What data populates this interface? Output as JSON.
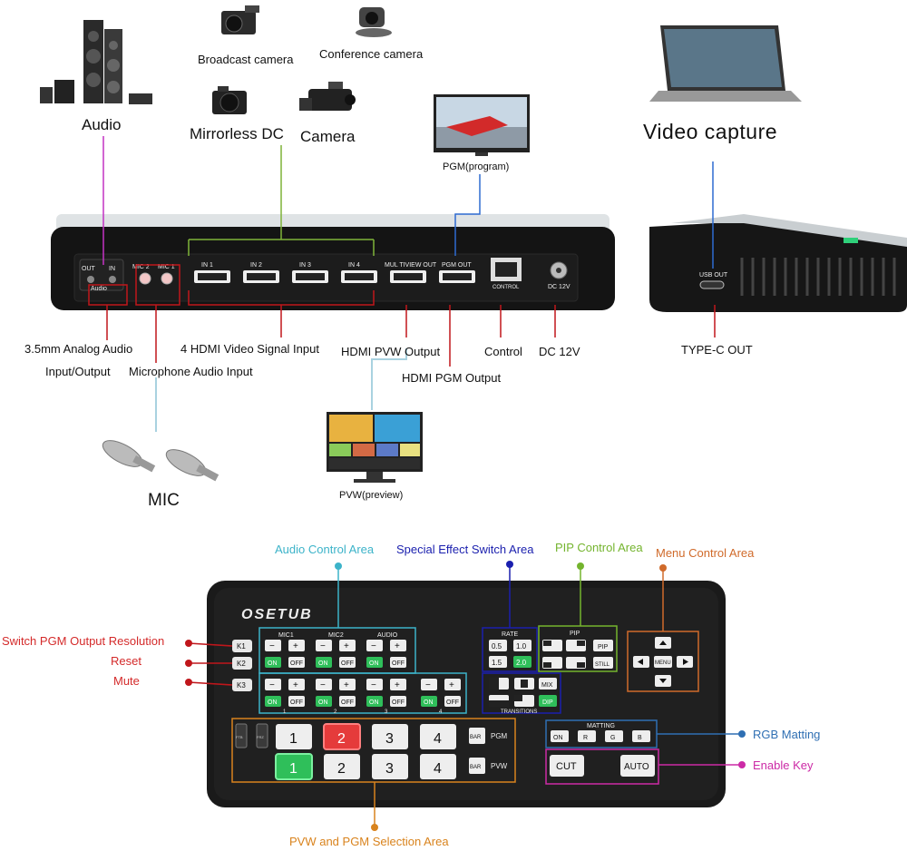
{
  "top": {
    "devices": {
      "audio": "Audio",
      "broadcast_camera": "Broadcast camera",
      "conference_camera": "Conference camera",
      "mirrorless_dc": "Mirrorless DC",
      "camera": "Camera",
      "pgm_program": "PGM(program)",
      "video_capture": "Video capture",
      "pvw_preview": "PVW(preview)",
      "mic": "MIC"
    },
    "ports": {
      "out": "OUT",
      "in": "IN",
      "audio": "Audio",
      "mic2": "MIC 2",
      "mic1": "MIC 1",
      "in1": "IN 1",
      "in2": "IN 2",
      "in3": "IN 3",
      "in4": "IN 4",
      "multiview_out": "MUL TIVIEW OUT",
      "pgm_out": "PGM OUT",
      "control": "CONTROL",
      "dc12v": "DC 12V",
      "usb_out": "USB OUT"
    },
    "callouts": {
      "analog_audio_1": "3.5mm Analog Audio",
      "analog_audio_2": "Input/Output",
      "mic_input": "Microphone Audio Input",
      "hdmi_input": "4 HDMI Video Signal Input",
      "pvw_output": "HDMI PVW Output",
      "pgm_output": "HDMI PGM Output",
      "control": "Control",
      "dc": "DC 12V",
      "typec": "TYPE-C OUT"
    }
  },
  "panel": {
    "brand": "OSETUB",
    "areas": {
      "audio_control": "Audio Control Area",
      "special_effect": "Special Effect Switch Area",
      "pip_control": "PIP Control Area",
      "menu_control": "Menu Control Area",
      "rgb_matting": "RGB Matting",
      "enable_key": "Enable Key",
      "selection": "PVW and PGM Selection Area",
      "switch_resolution": "Switch PGM Output Resolution",
      "reset": "Reset",
      "mute": "Mute"
    },
    "keys": {
      "k1": "K1",
      "k2": "K2",
      "k3": "K3"
    },
    "audio": {
      "mic1": "MIC1",
      "mic2": "MIC2",
      "audio": "AUDIO",
      "minus": "−",
      "plus": "+",
      "on": "ON",
      "off": "OFF",
      "ch1": "1",
      "ch2": "2",
      "ch3": "3",
      "ch4": "4"
    },
    "rate": {
      "title": "RATE",
      "r05": "0.5",
      "r10": "1.0",
      "r15": "1.5",
      "r20": "2.0"
    },
    "pip": {
      "title": "PIP",
      "pip": "PIP",
      "still": "STILL"
    },
    "transitions": {
      "title": "TRANSITIONS",
      "mix": "MIX",
      "dip": "DIP"
    },
    "menu": {
      "menu": "MENU"
    },
    "matting": {
      "title": "MATTING",
      "on": "ON",
      "r": "R",
      "g": "G",
      "b": "B"
    },
    "selection": {
      "n1": "1",
      "n2": "2",
      "n3": "3",
      "n4": "4",
      "bar": "BAR",
      "pgm": "PGM",
      "pvw": "PVW",
      "fade": "FTB",
      "freeze": "FRZ"
    },
    "cut": "CUT",
    "auto": "AUTO"
  },
  "colors": {
    "audio_line": "#c432c4",
    "hdmi_line": "#7fb339",
    "pgm_line": "#2e6bd1",
    "usb_line": "#2e6bd1",
    "callout_red": "#c0161b",
    "pvw_line": "#a9d2e0",
    "cyan": "#3cb3c9",
    "blue": "#1a1fae",
    "green": "#74b42e",
    "orange": "#d06a2a",
    "steel": "#2f6fb3",
    "magenta": "#cc2aa6",
    "gold": "#d9831d"
  }
}
